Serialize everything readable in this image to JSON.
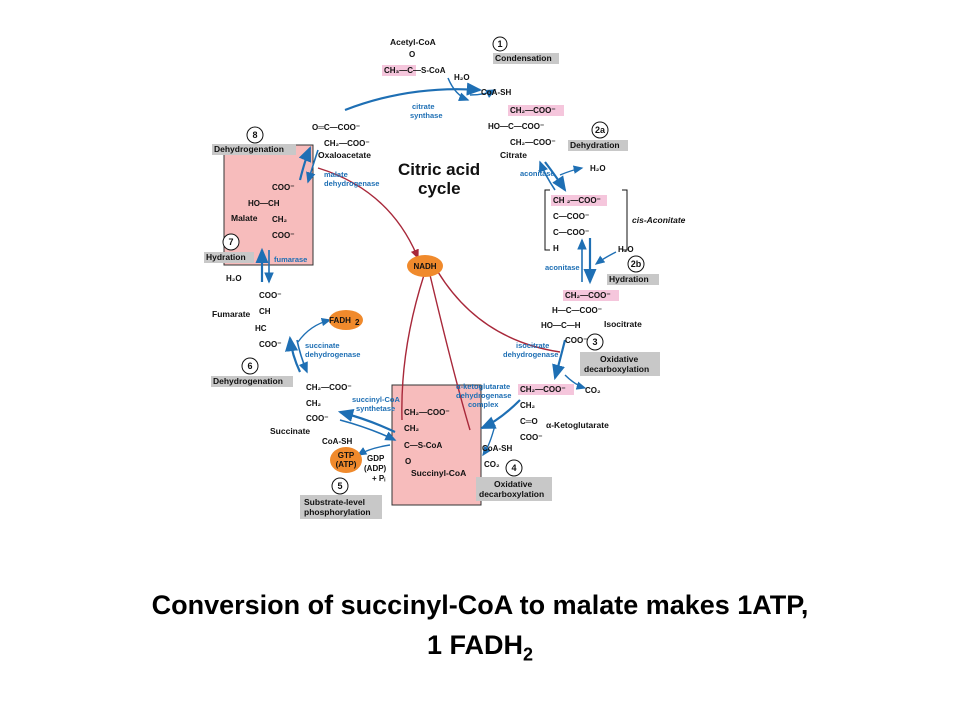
{
  "diagram": {
    "title_line1": "Citric acid",
    "title_line2": "cycle",
    "steps": [
      {
        "num": "1",
        "name": "Condensation"
      },
      {
        "num": "2a",
        "name": "Dehydration"
      },
      {
        "num": "2b",
        "name": "Hydration"
      },
      {
        "num": "3",
        "name_line1": "Oxidative",
        "name_line2": "decarboxylation"
      },
      {
        "num": "4",
        "name_line1": "Oxidative",
        "name_line2": "decarboxylation"
      },
      {
        "num": "5",
        "name_line1": "Substrate-level",
        "name_line2": "phosphorylation"
      },
      {
        "num": "6",
        "name": "Dehydrogenation"
      },
      {
        "num": "7",
        "name": "Hydration"
      },
      {
        "num": "8",
        "name": "Dehydrogenation"
      }
    ],
    "enzymes": {
      "citrate_synthase": [
        "citrate",
        "synthase"
      ],
      "aconitase_1": "aconitase",
      "aconitase_2": "aconitase",
      "isocitrate_dh": [
        "isocitrate",
        "dehydrogenase"
      ],
      "akg_dh": [
        "α-ketoglutarate",
        "dehydrogenase",
        "complex"
      ],
      "succinyl_coa_synthetase": [
        "succinyl-CoA",
        "synthetase"
      ],
      "succinate_dh": [
        "succinate",
        "dehydrogenase"
      ],
      "fumarase": "fumarase",
      "malate_dh": [
        "malate",
        "dehydrogenase"
      ]
    },
    "metabolites": {
      "acetyl_coa": "Acetyl-CoA",
      "citrate": "Citrate",
      "cis_aconitate": "cis-Aconitate",
      "isocitrate": "Isocitrate",
      "akg": "α-Ketoglutarate",
      "succinyl_coa": "Succinyl-CoA",
      "succinate": "Succinate",
      "fumarate": "Fumarate",
      "malate": "Malate",
      "oxaloacetate": "Oxaloacetate"
    },
    "cofactors": {
      "nadh": "NADH",
      "fadh2": "FADH",
      "gtp": "GTP",
      "atp": "(ATP)",
      "h2o": "H₂O",
      "coash": "CoA-SH",
      "co2": "CO₂",
      "gdp": "GDP",
      "adp": "(ADP)",
      "pi": "+ Pᵢ"
    },
    "formulas": {
      "acetyl_o": "O",
      "acetyl_formula": "CH₃—C—S-CoA",
      "cit_1": "CH₂—COO⁻",
      "cit_2": "HO—C—COO⁻",
      "cit_3": "CH₂—COO⁻",
      "aco_1": "CH ₂—COO⁻",
      "aco_2": "C—COO⁻",
      "aco_3": "C—COO⁻",
      "aco_4": "H",
      "iso_1": "CH₂—COO⁻",
      "iso_2": "H—C—COO⁻",
      "iso_3": "HO—C—H",
      "iso_4": "COO⁻",
      "akg_1": "CH₂—COO⁻",
      "akg_2": "CH₂",
      "akg_3": "C═O",
      "akg_4": "COO⁻",
      "sco_1": "CH₂—COO⁻",
      "sco_2": "CH₂",
      "sco_3": "C—S-CoA",
      "sco_4": "O",
      "suc_1": "CH₂—COO⁻",
      "suc_2": "CH₂",
      "suc_3": "COO⁻",
      "fum_1": "COO⁻",
      "fum_2": "CH",
      "fum_3": "HC",
      "fum_4": "COO⁻",
      "mal_1": "COO⁻",
      "mal_2": "HO—CH",
      "mal_3": "CH₂",
      "mal_4": "COO⁻",
      "oaa_1": "O═C—COO⁻",
      "oaa_2": "CH₂—COO⁻"
    }
  },
  "caption": {
    "line1": "Conversion of succinyl-CoA to malate makes 1ATP,",
    "line2_main": "1 FADH",
    "line2_sub": "2"
  },
  "colors": {
    "highlight_box": "#f4a6a6",
    "pink_label": "#f5c6dc",
    "grey_label": "#c8c8c8",
    "blue_arrow": "#1e6fb4",
    "red_arrow": "#a8283a",
    "orange_cofactor": "#f08a2c"
  }
}
